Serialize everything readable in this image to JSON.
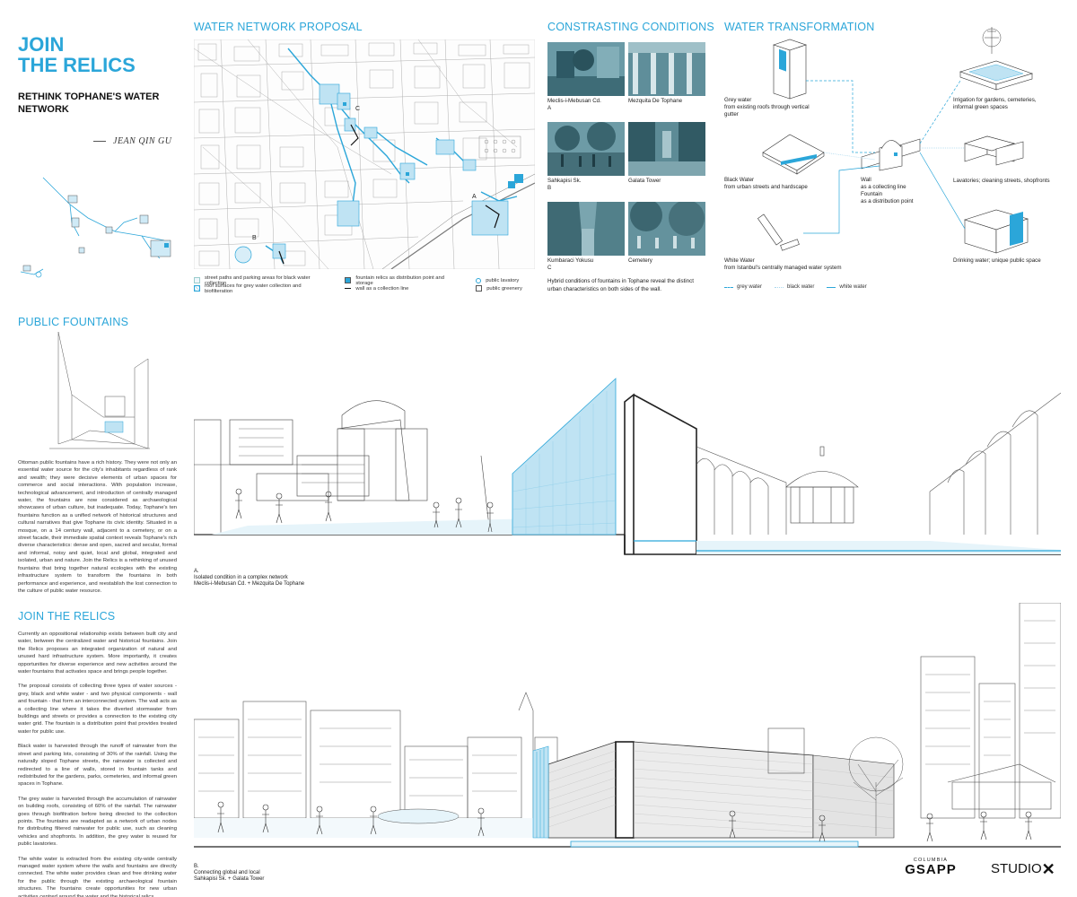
{
  "header": {
    "title_line1": "JOIN",
    "title_line2": "THE RELICS",
    "subtitle": "RETHINK TOPHANE'S WATER NETWORK",
    "author": "JEAN QIN GU"
  },
  "colors": {
    "accent": "#2ba6d9",
    "photo_tint": "#4a7f8c",
    "line": "#333333"
  },
  "water_network": {
    "heading": "WATER NETWORK PROPOSAL",
    "map_labels": [
      "A",
      "B",
      "C"
    ],
    "legend": [
      "street paths and parking areas for black water collection",
      "roof surfaces for grey water collection and biofilteration",
      "fountain relics as distribution point and storage",
      "wall as a collection line",
      "public lavatory",
      "public greenery"
    ]
  },
  "contrasting": {
    "heading": "CONSTRASTING CONDITIONS",
    "photos": [
      {
        "caption": "Meclis-i-Mebusan Cd.",
        "letter": "A"
      },
      {
        "caption": "Mezquita De Tophane",
        "letter": ""
      },
      {
        "caption": "Sahkapisi Sk.",
        "letter": "B"
      },
      {
        "caption": "Galata Tower",
        "letter": ""
      },
      {
        "caption": "Kumbaraci Yokusu",
        "letter": "C"
      },
      {
        "caption": "Cemetery",
        "letter": ""
      }
    ],
    "note": "Hybrid conditions of fountains in Tophane reveal the distinct urban characteristics on both sides of the wall."
  },
  "transformation": {
    "heading": "WATER TRANSFORMATION",
    "sources": [
      {
        "title": "Grey water",
        "desc": "from existing roofs through vertical gutter"
      },
      {
        "title": "Black Water",
        "desc": "from urban streets and hardscape"
      },
      {
        "title": "White Water",
        "desc": "from Istanbul's centrally managed water system"
      }
    ],
    "wall_label": "Wall",
    "wall_desc": "as a collecting line",
    "fountain_label": "Fountain",
    "fountain_desc": "as a distribution point",
    "outputs": [
      "Irrigation for gardens, cemeteries, informal green spaces",
      "Lavatories; cleaning streets, shopfronts",
      "Drinking water; unique public space"
    ],
    "legend": [
      "grey water",
      "black water",
      "white water"
    ]
  },
  "public_fountains": {
    "heading": "PUBLIC FOUNTAINS",
    "text": "Ottoman public fountains have a rich history. They were not only an essential water source for the city's inhabitants regardless of rank and wealth; they were decisive elements of urban spaces for commerce and social interactions. With population increase, technological advancement, and introduction of centrally managed water, the fountains are now considered as archaeological showcases of urban culture, but inadequate. Today, Tophane's ten fountains function as a unified network of historical structures and cultural narratives that give Tophane its civic identity. Situated in a mosque, on a 14 century wall, adjacent to a cemetery, or on a street facade, their immediate spatial context reveals Tophane's rich diverse characteristics: dense and open, sacred and secular, formal and informal, noisy and quiet, local and global, integrated and isolated, urban and nature. Join the Relics is a rethinking of unused fountains that bring together natural ecologies with the existing infrastructure system to transform the fountains in both performance and experience, and reestablish the lost connection to the culture of public water resource.",
    "caption_letter": "A.",
    "caption_line1": "Isolated condition in a complex network",
    "caption_line2": "Meclis-i-Mebusan Cd. + Mezquita De Tophane"
  },
  "join_relics": {
    "heading": "JOIN THE RELICS",
    "paragraphs": [
      "Currently an oppositional relationship exists between built city and water, between the centralized water and historical fountains. Join the Relics proposes an integrated organization of natural and unused hard infrastructure system. More importantly, it creates opportunities for diverse experience and new activities around the water fountains that activates space and brings people together.",
      "The proposal consists of collecting three types of water sources - grey, black and white water - and two physical components - wall and fountain - that form an interconnected system. The wall acts as a collecting line where it takes the diverted stormwater from buildings and streets or provides a connection to the existing city water grid. The fountain is a distribution point that provides treated water for public use.",
      "Black water is harvested through the runoff of rainwater from the street and parking lots, consisting of 30% of the rainfall. Using the naturally sloped Tophane streets, the rainwater is collected and redirected to a line of walls, stored in fountain tanks and redistributed for the gardens, parks, cemeteries, and informal green spaces in Tophane.",
      "The grey water is harvested through the accumulation of rainwater on building roofs, consisting of 60% of the rainfall. The rainwater goes through biofiltration before being directed to the collection points. The fountains are readapted as a network of urban nodes for distributing filtered rainwater for public use, such as cleaning vehicles and shopfronts. In addition, the grey water is reused for public lavatories.",
      "The white water is extracted from the existing city-wide centrally managed water system where the walls and fountains are directly connected. The white water provides clean and free drinking water for the public through the existing archaeological fountain structures. The fountains create opportunities for new urban activities centred around the water and the historical relics."
    ],
    "caption_letter": "B.",
    "caption_line1": "Connecting global and local",
    "caption_line2": "Sahkapisi Sk. + Galata Tower"
  },
  "logos": {
    "columbia": "COLUMBIA",
    "gsapp": "GSAPP",
    "studio": "STUDIO"
  }
}
